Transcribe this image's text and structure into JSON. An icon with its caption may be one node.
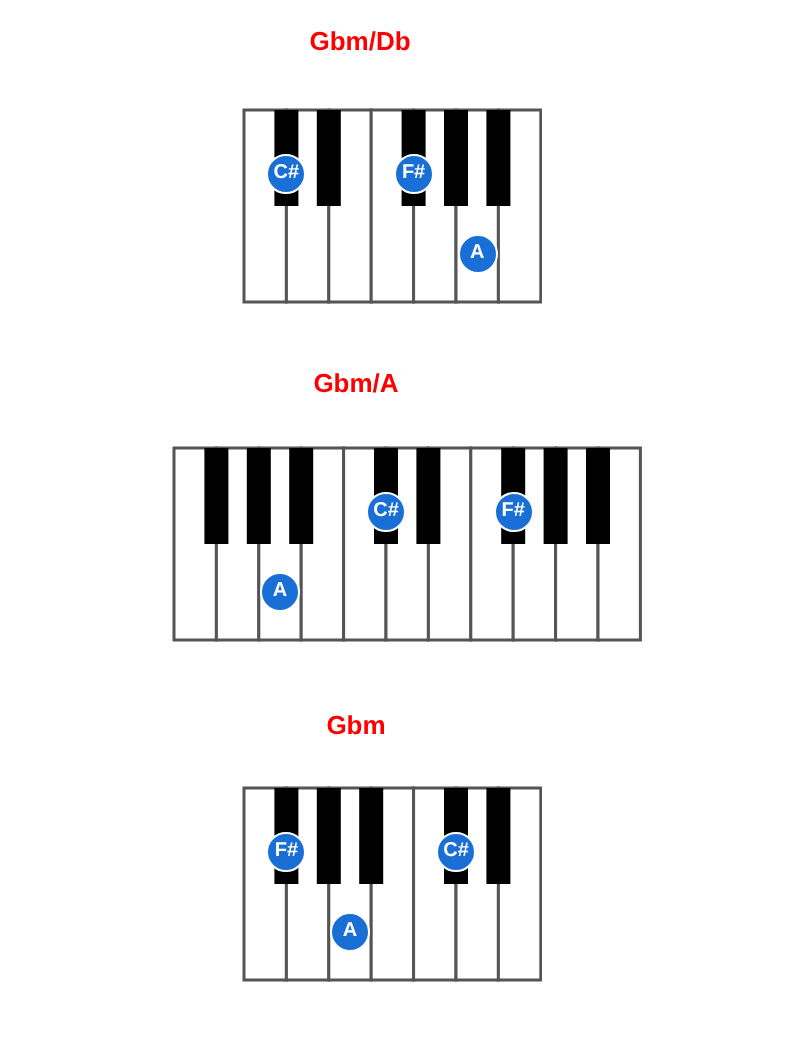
{
  "diagram": {
    "labels": [
      "Gbm/Db",
      "C#",
      "F#",
      "A",
      "Gbm/A",
      "C#",
      "F#",
      "A",
      "Gbm",
      "F#",
      "C#",
      "A"
    ]
  }
}
